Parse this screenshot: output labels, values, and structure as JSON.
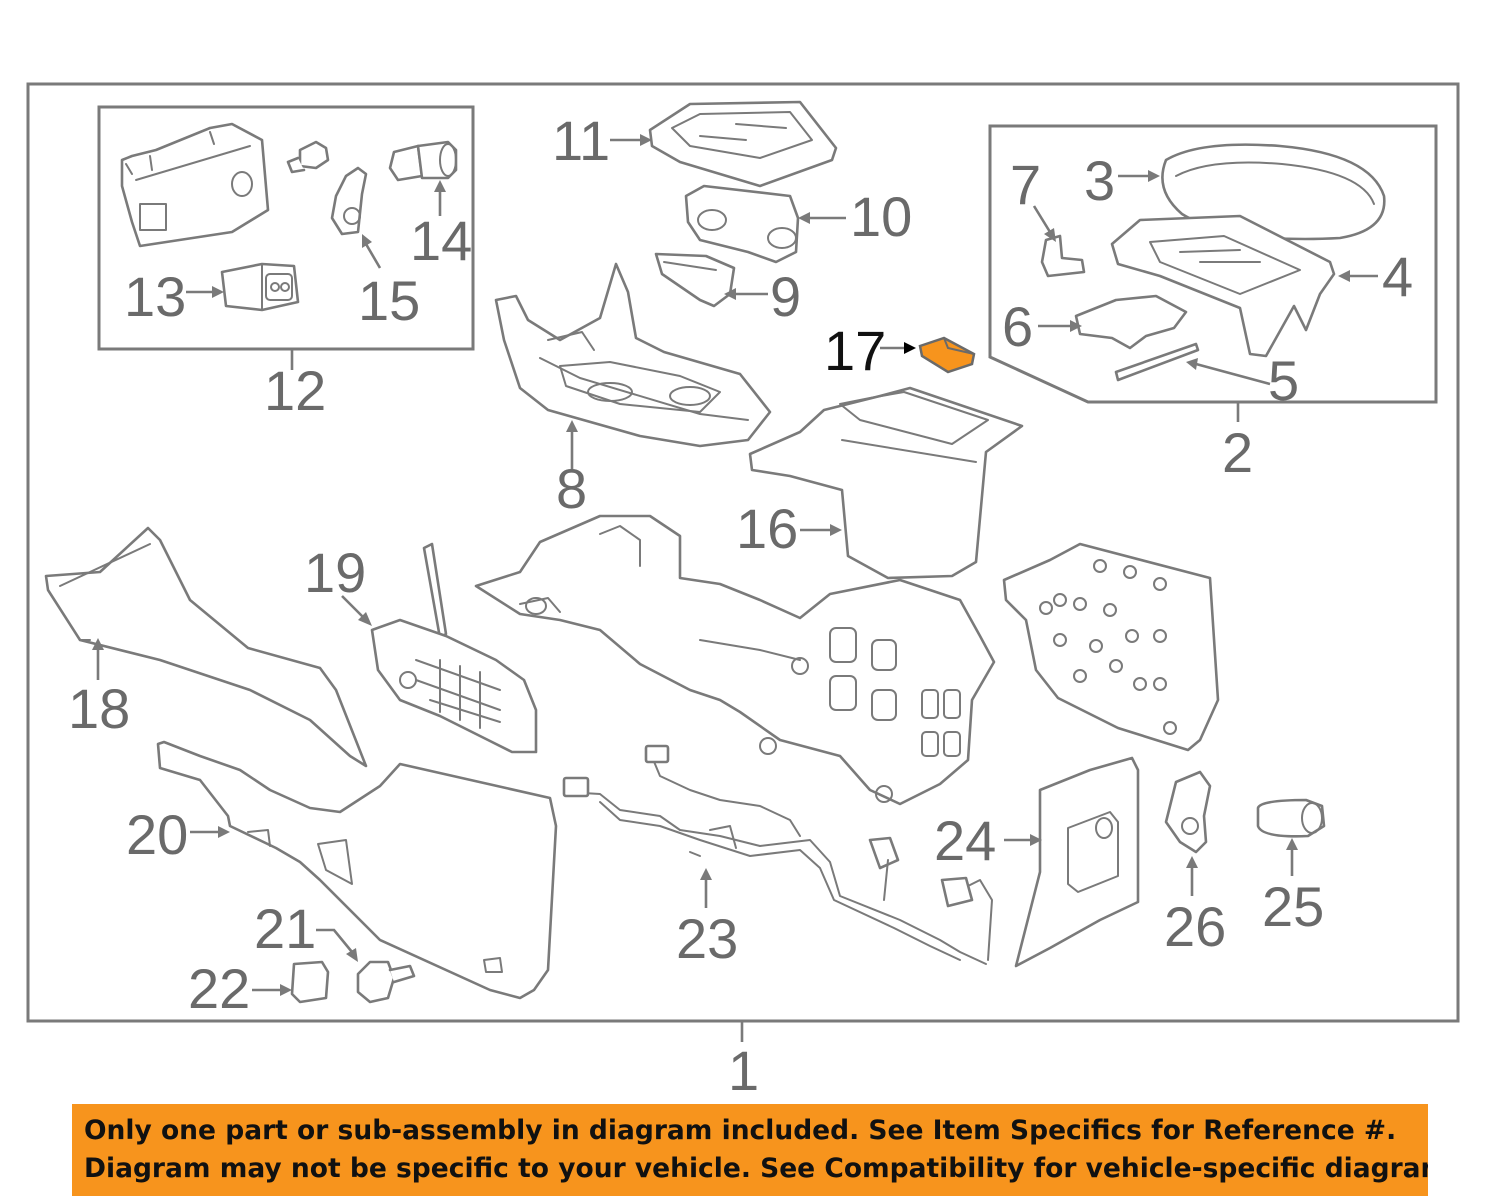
{
  "callouts": {
    "c1": "1",
    "c2": "2",
    "c3": "3",
    "c4": "4",
    "c5": "5",
    "c6": "6",
    "c7": "7",
    "c8": "8",
    "c9": "9",
    "c10": "10",
    "c11": "11",
    "c12": "12",
    "c13": "13",
    "c14": "14",
    "c15": "15",
    "c16": "16",
    "c17": "17",
    "c18": "18",
    "c19": "19",
    "c20": "20",
    "c21": "21",
    "c22": "22",
    "c23": "23",
    "c24": "24",
    "c25": "25",
    "c26": "26"
  },
  "highlighted_part": "17",
  "colors": {
    "highlight": "#f7941d",
    "line": "#7a7a7a",
    "banner": "#f7941d",
    "banner_text": "#111111"
  },
  "notice": {
    "line1": "Only one part or sub-assembly in diagram included. See Item Specifics for Reference #.",
    "line2": "Diagram may not be specific to your vehicle. See Compatibility for vehicle-specific diagrams."
  }
}
